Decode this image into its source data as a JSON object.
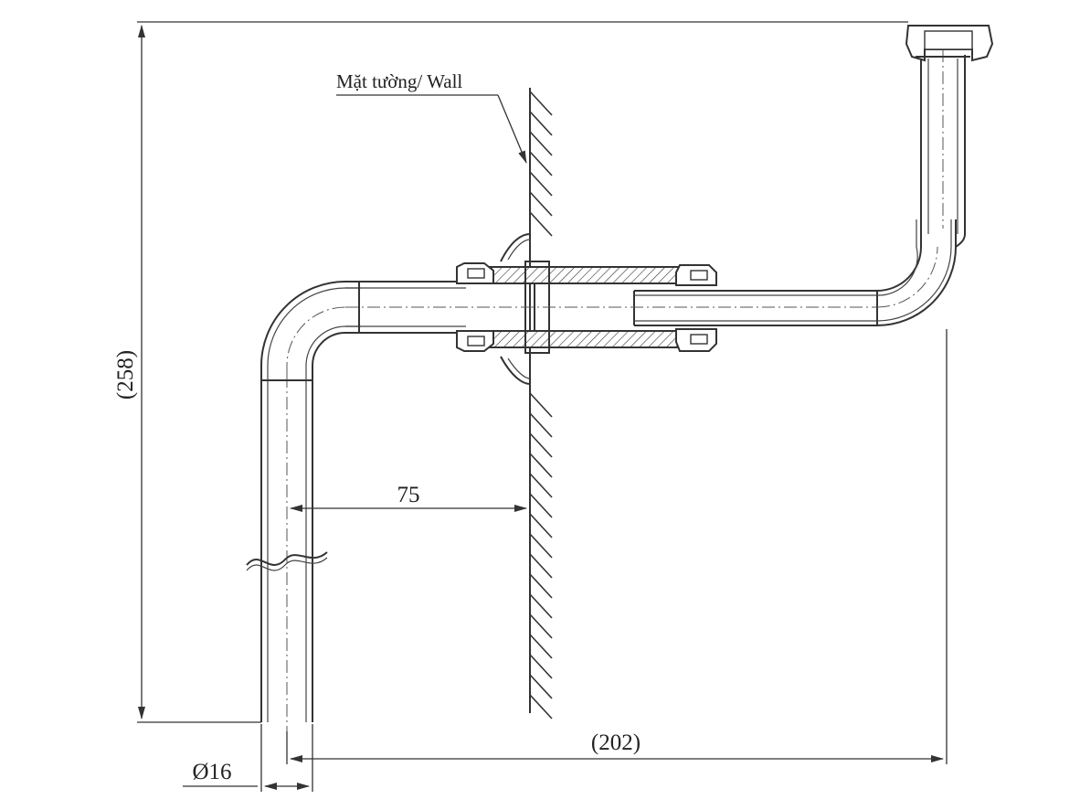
{
  "labels": {
    "wall": "Mặt tường/ Wall",
    "wall_offset": "75",
    "total_height": "(258)",
    "total_width": "(202)",
    "pipe_diameter": "Ø16"
  }
}
